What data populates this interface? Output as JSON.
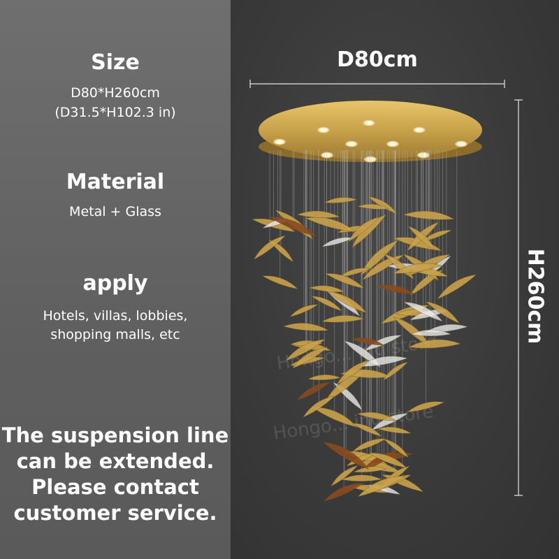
{
  "specs": {
    "size_heading": "Size",
    "size_value": "D80*H260cm",
    "size_value_in": "(D31.5*H102.3 in)",
    "material_heading": "Material",
    "material_value": "Metal + Glass",
    "apply_heading": "apply",
    "apply_line1": "Hotels, villas, lobbies,",
    "apply_line2": "shopping malls, etc"
  },
  "notice": {
    "line1": "The suspension line",
    "line2": "can be extended.",
    "line3": "Please contact",
    "line4": "customer service."
  },
  "dimensions": {
    "diameter_label": "D80cm",
    "height_label": "H260cm"
  },
  "watermark": {
    "text1": "Hongo... ing store",
    "text2": "Hongo... ing store"
  },
  "colors": {
    "left_panel": "#666666",
    "right_panel": "#3a3a3a",
    "gold": "#c9a24b",
    "amber": "#8a4a1e",
    "text": "#ffffff"
  }
}
